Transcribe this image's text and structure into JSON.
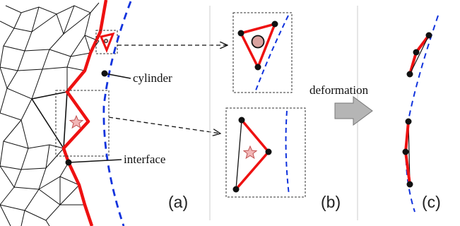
{
  "labels": {
    "cylinder": "cylinder",
    "interface": "interface",
    "deformation": "deformation"
  },
  "panels": {
    "a": "(a)",
    "b": "(b)",
    "c": "(c)"
  },
  "colors": {
    "interface_line": "#ee1111",
    "cylinder_curve": "#1133dd",
    "mesh_edge": "#111111",
    "particle_fill": "#d9a3a0",
    "star_fill": "#f2b6b6",
    "arrow_fill": "#b5b5b5",
    "separator": "#cccccc"
  }
}
